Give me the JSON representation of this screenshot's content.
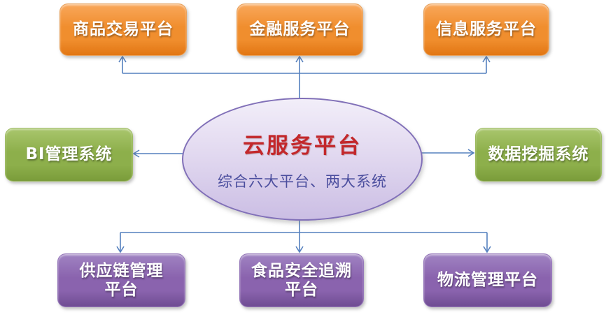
{
  "diagram": {
    "center": {
      "title": "云服务平台",
      "subtitle": "综合六大平台、两大系统"
    },
    "top_nodes": [
      {
        "label": "商品交易平台"
      },
      {
        "label": "金融服务平台"
      },
      {
        "label": "信息服务平台"
      }
    ],
    "side_nodes": [
      {
        "label": "BI管理系统"
      },
      {
        "label": "数据挖掘系统"
      }
    ],
    "bottom_nodes": [
      {
        "line1": "供应链管理",
        "line2": "平台"
      },
      {
        "line1": "食品安全追溯",
        "line2": "平台"
      },
      {
        "line1": "物流管理平台",
        "line2": ""
      }
    ],
    "colors": {
      "top_node_fill": "#F08E2E",
      "side_node_fill": "#8DAF4B",
      "bottom_node_fill": "#8A63AE",
      "ellipse_fill": "#E2D9F0",
      "ellipse_border": "#8170B8",
      "title_text": "#C3272B",
      "subtitle_text": "#4B4E9E",
      "node_text": "#FFFFFF",
      "connector": "#5580BE"
    }
  }
}
